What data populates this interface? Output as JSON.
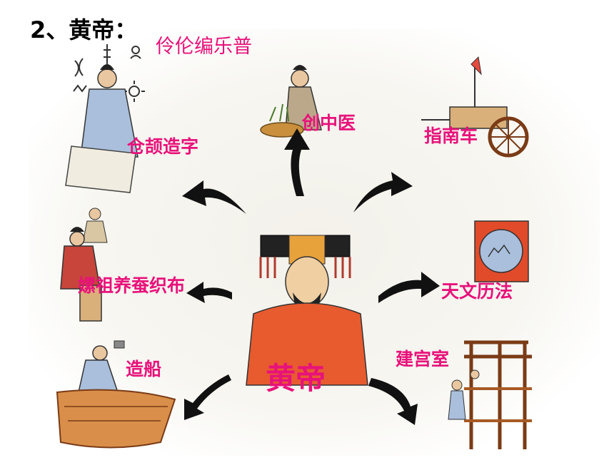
{
  "slide": {
    "heading": "2、黄帝：",
    "labels": {
      "music": "伶伦编乐普",
      "writing": "仓颉造字",
      "medicine": "创中医",
      "compass_cart": "指南车",
      "silk": "嫘祖养蚕织布",
      "calendar": "天文历法",
      "boat": "造船",
      "palace": "建宫室",
      "center": "黄帝"
    }
  }
}
